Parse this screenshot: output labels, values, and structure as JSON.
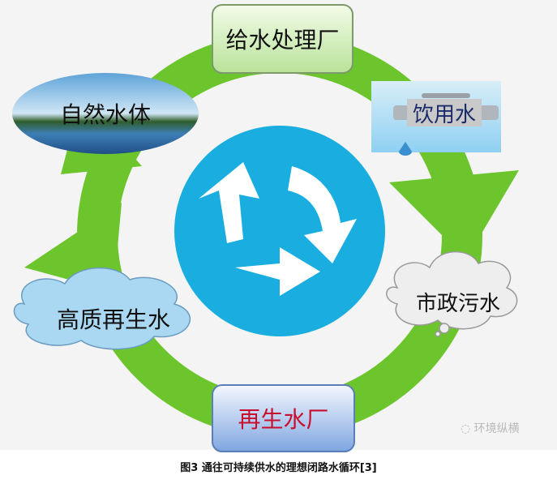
{
  "nodes": {
    "top": "给水处理厂",
    "drinking": "饮用水",
    "municipal": "市政污水",
    "plant": "再生水厂",
    "reclaimed": "高质再生水",
    "nature": "自然水体"
  },
  "watermark": "环境纵横",
  "caption": "图3 通往可持续供水的理想闭路水循环[3]",
  "colors": {
    "ring": "#6cc52c",
    "center": "#1aaee0",
    "plant_text": "#c8102e"
  }
}
